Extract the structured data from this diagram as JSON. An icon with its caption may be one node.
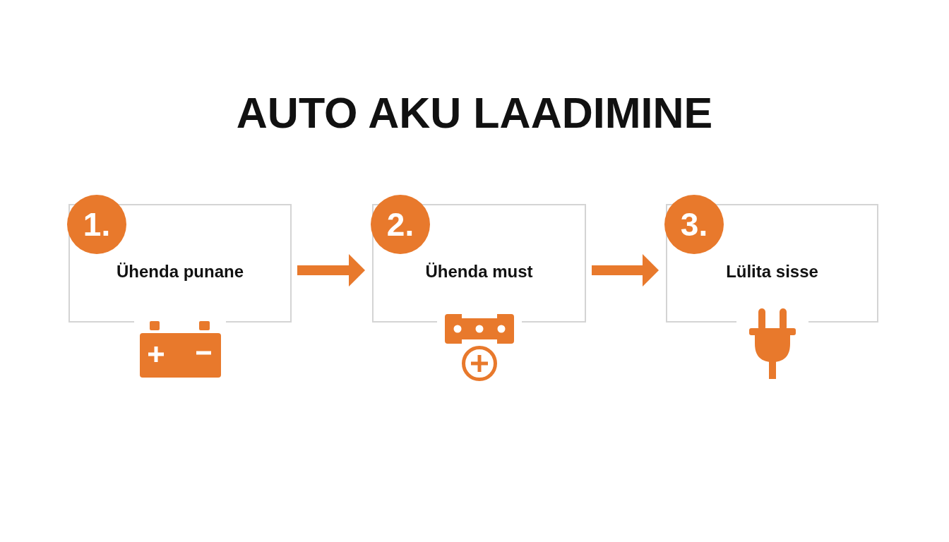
{
  "diagram": {
    "title": "AUTO AKU LAADIMINE",
    "nodes": [
      {
        "text": [
          "1.",
          "Ühenda punane"
        ]
      },
      {
        "text": [
          "2.",
          "Ühenda must"
        ]
      },
      {
        "text": [
          "3.",
          "Lülita sisse"
        ]
      }
    ],
    "edges": [
      {
        "from": 0,
        "to": 1,
        "arrow": "to"
      },
      {
        "from": 1,
        "to": 2,
        "arrow": "to"
      }
    ]
  }
}
